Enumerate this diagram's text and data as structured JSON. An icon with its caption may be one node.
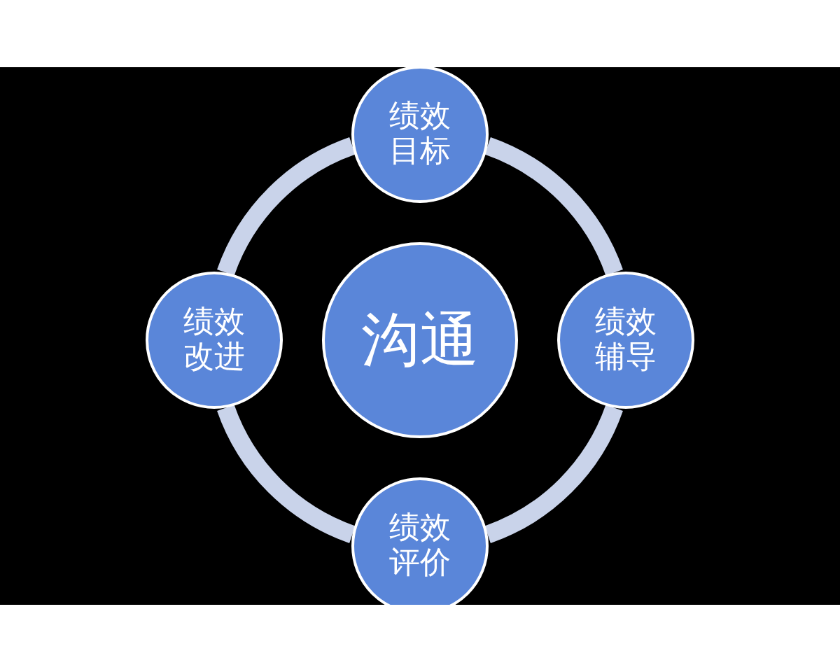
{
  "diagram": {
    "nodes": [
      {
        "text": [
          "绩效目标"
        ]
      },
      {
        "text": [
          "绩效改进"
        ]
      },
      {
        "text": [
          "沟通"
        ]
      },
      {
        "text": [
          "绩效辅导"
        ]
      },
      {
        "text": [
          "绩效评价"
        ]
      }
    ],
    "edges": [
      {
        "from": 0,
        "to": 3,
        "arrow": "none"
      },
      {
        "from": 3,
        "to": 4,
        "arrow": "none"
      },
      {
        "from": 4,
        "to": 1,
        "arrow": "none"
      },
      {
        "from": 1,
        "to": 0,
        "arrow": "none"
      }
    ]
  }
}
